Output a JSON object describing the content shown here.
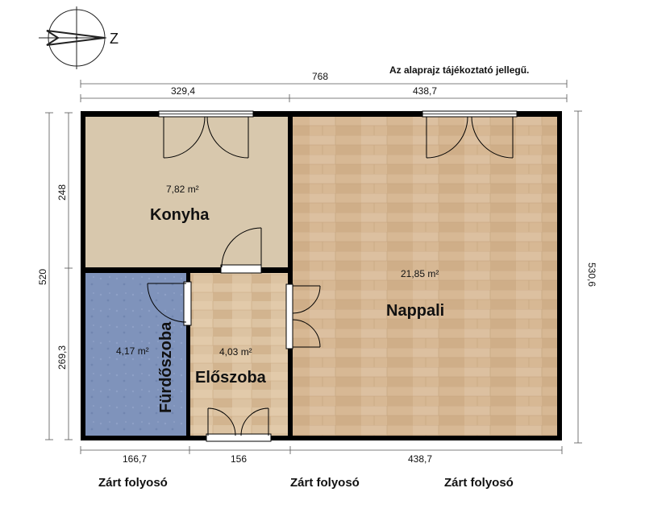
{
  "note": "Az alaprajz tájékoztató jellegű.",
  "compass": {
    "label": "Z",
    "icon": "compass-icon"
  },
  "dimensions": {
    "total_width": "768",
    "top_left": "329,4",
    "top_right": "438,7",
    "left_total": "520",
    "left_upper": "248",
    "left_lower": "269,3",
    "right_total": "530,6",
    "bottom_left": "166,7",
    "bottom_mid": "156",
    "bottom_right": "438,7"
  },
  "rooms": {
    "konyha": {
      "name": "Konyha",
      "area": "7,82 m²"
    },
    "furdoszoba": {
      "name": "Fürdőszoba",
      "area": "4,17 m²"
    },
    "eloszoba": {
      "name": "Előszoba",
      "area": "4,03 m²"
    },
    "nappali": {
      "name": "Nappali",
      "area": "21,85 m²"
    }
  },
  "corridors": [
    "Zárt folyosó",
    "Zárt folyosó",
    "Zárt folyosó"
  ],
  "colors": {
    "wall": "#000000",
    "konyha_floor": "#d8c8ad",
    "bath_floor": "#7f93bb",
    "wood_floor": "#d7b894",
    "hall_floor": "#dcc3a2"
  }
}
